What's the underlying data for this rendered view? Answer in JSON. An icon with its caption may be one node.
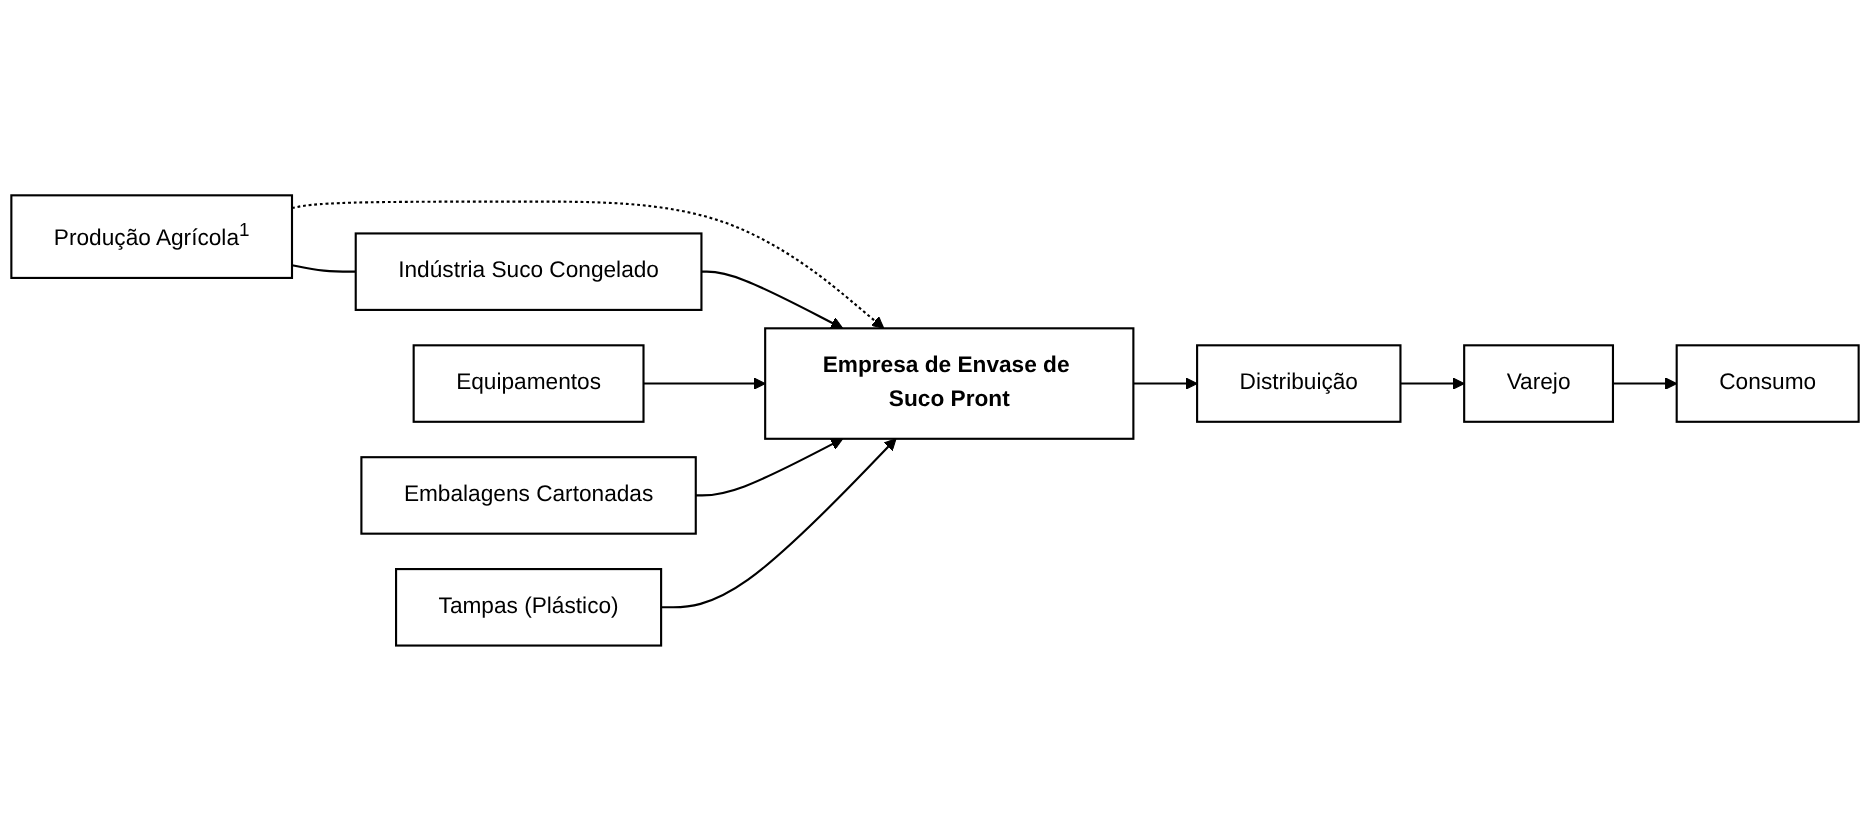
{
  "diagram": {
    "nodes": [
      {
        "text": [
          "Produção Agrícola$^{1}$"
        ]
      },
      {
        "text": [
          "Indústria Suco Congelado"
        ]
      },
      {
        "text": [
          "Equipamentos"
        ]
      },
      {
        "text": [
          "Embalagens Cartonadas"
        ]
      },
      {
        "text": [
          "Tampas (Plástico)"
        ]
      },
      {
        "text": [
          "Empresa de Envase de Suco Pront"
        ]
      },
      {
        "text": [
          "Distribuição"
        ]
      },
      {
        "text": [
          "Varejo"
        ]
      },
      {
        "text": [
          "Consumo"
        ]
      }
    ],
    "edges": [
      {
        "from": 0,
        "to": 1,
        "arrow": "none"
      },
      {
        "from": 0,
        "to": 5,
        "arrow": "to",
        "style": "dashed"
      },
      {
        "from": 1,
        "to": 5,
        "arrow": "to"
      },
      {
        "from": 2,
        "to": 5,
        "arrow": "to"
      },
      {
        "from": 3,
        "to": 5,
        "arrow": "to"
      },
      {
        "from": 4,
        "to": 5,
        "arrow": "to"
      },
      {
        "from": 5,
        "to": 6,
        "arrow": "to"
      },
      {
        "from": 6,
        "to": 7,
        "arrow": "to"
      },
      {
        "from": 7,
        "to": 8,
        "arrow": "to"
      }
    ]
  }
}
